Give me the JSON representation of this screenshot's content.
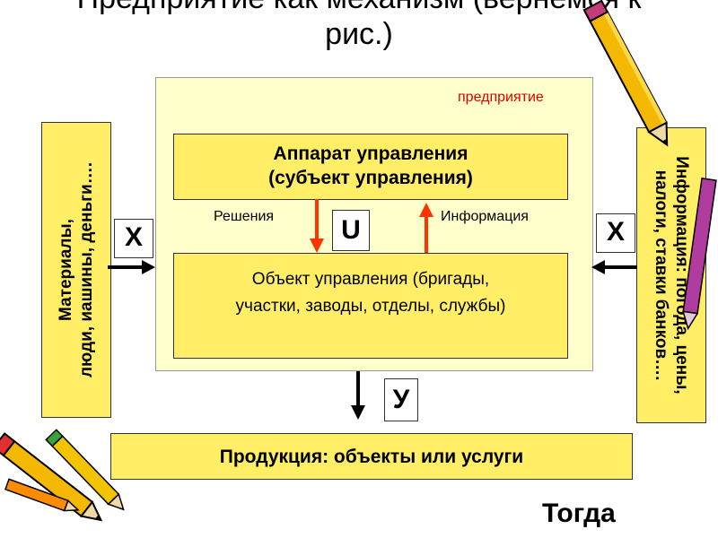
{
  "title": {
    "line1": "Предприятие как механизм (вернемся к",
    "line2": "рис.)"
  },
  "enterprise_label": "предприятие",
  "control_apparatus": {
    "line1": "Аппарат управления",
    "line2": "(субъект управления)"
  },
  "control_object": {
    "line1": "Объект управления (бригады,",
    "line2": "участки, заводы, отделы, службы)"
  },
  "decisions_label": "Решения",
  "information_label": "Информация",
  "u_label": "U",
  "y_label": "У",
  "x_left_label": "Х",
  "x_right_label": "Х",
  "left_input": {
    "line1": "Материалы,",
    "line2": "люди, иашины, деньги…."
  },
  "right_input": {
    "line1": "Информация: погода, цены,",
    "line2": "налоги, ставки банков…."
  },
  "product_label": "Продукция: объекты или услуги",
  "footer_text": "Тогда",
  "colors": {
    "enterprise_bg": "#ffffcc",
    "box_bg": "#ffee66",
    "red_arrow": "#ff3300",
    "enterprise_label": "#e00000"
  }
}
